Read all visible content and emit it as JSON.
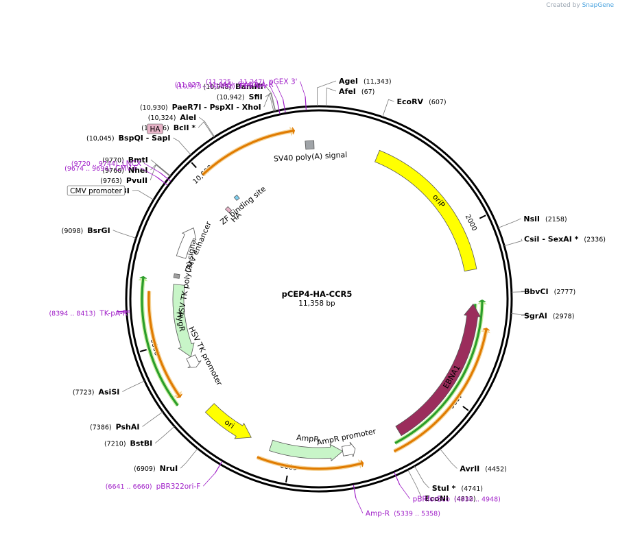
{
  "credit": {
    "prefix": "Created by",
    "brand": "SnapGene"
  },
  "plasmid": {
    "name": "pCEP4-HA-CCR5",
    "size_label": "11,358 bp",
    "length": 11358
  },
  "ticks": [
    {
      "pos": 2000,
      "label": "2000"
    },
    {
      "pos": 4000,
      "label": "4000"
    },
    {
      "pos": 6000,
      "label": "6000"
    },
    {
      "pos": 8000,
      "label": "8000"
    },
    {
      "pos": 10000,
      "label": "10,000"
    }
  ],
  "sites": [
    {
      "name": "AgeI",
      "pos": 11343,
      "pos_label": "(11,343)",
      "side": "right"
    },
    {
      "name": "AfeI",
      "pos": 67,
      "pos_label": "(67)",
      "side": "right"
    },
    {
      "name": "EcoRV",
      "pos": 607,
      "pos_label": "(607)",
      "side": "right"
    },
    {
      "name": "NsiI",
      "pos": 2158,
      "pos_label": "(2158)",
      "side": "right"
    },
    {
      "name": "CsiI  - SexAI *",
      "pos": 2336,
      "pos_label": "(2336)",
      "side": "right"
    },
    {
      "name": "BbvCI",
      "pos": 2777,
      "pos_label": "(2777)",
      "side": "right"
    },
    {
      "name": "SgrAI",
      "pos": 2978,
      "pos_label": "(2978)",
      "side": "right"
    },
    {
      "name": "AvrII",
      "pos": 4452,
      "pos_label": "(4452)",
      "side": "right"
    },
    {
      "name": "StuI *",
      "pos": 4741,
      "pos_label": "(4741)",
      "side": "right"
    },
    {
      "name": "EcoNI",
      "pos": 4812,
      "pos_label": "(4812)",
      "side": "right"
    },
    {
      "name": "NruI",
      "pos": 6909,
      "pos_label": "(6909)",
      "side": "left"
    },
    {
      "name": "BstBI",
      "pos": 7210,
      "pos_label": "(7210)",
      "side": "left"
    },
    {
      "name": "PshAI",
      "pos": 7386,
      "pos_label": "(7386)",
      "side": "left"
    },
    {
      "name": "AsiSI",
      "pos": 7723,
      "pos_label": "(7723)",
      "side": "left"
    },
    {
      "name": "BsrGI",
      "pos": 9098,
      "pos_label": "(9098)",
      "side": "left"
    },
    {
      "name": "SnaBI",
      "pos": 9495,
      "pos_label": "(9495)",
      "side": "left"
    },
    {
      "name": "PvuII",
      "pos": 9763,
      "pos_label": "(9763)",
      "side": "left"
    },
    {
      "name": "NheI",
      "pos": 9766,
      "pos_label": "(9766)",
      "side": "left"
    },
    {
      "name": "BmtI",
      "pos": 9770,
      "pos_label": "(9770)",
      "side": "left"
    },
    {
      "name": "BspQI    - SapI",
      "pos": 10045,
      "pos_label": "(10,045)",
      "side": "left"
    },
    {
      "name": "BclI *",
      "pos": 10316,
      "pos_label": "(10,316)",
      "side": "left"
    },
    {
      "name": "AleI",
      "pos": 10324,
      "pos_label": "(10,324)",
      "side": "left"
    },
    {
      "name": "PaeR7I    - PspXI    - XhoI",
      "pos": 10930,
      "pos_label": "(10,930)",
      "side": "left"
    },
    {
      "name": "SfiI",
      "pos": 10942,
      "pos_label": "(10,942)",
      "side": "left"
    },
    {
      "name": "BamHI",
      "pos": 10948,
      "pos_label": "(10,948)",
      "side": "left"
    }
  ],
  "primers": [
    {
      "name": "pGEX 3'",
      "range": "(11,225 .. 11,247)",
      "pos": 11236,
      "side": "left"
    },
    {
      "name": "SV40pA-R",
      "range": "(11,027 .. 11,046)",
      "pos": 11036,
      "side": "left"
    },
    {
      "name": "EBV-rev",
      "range": "(10,973 .. 10,992)",
      "pos": 10982,
      "side": "left"
    },
    {
      "name": "LNCX",
      "range": "(9720 .. 9744)",
      "pos": 9732,
      "side": "left"
    },
    {
      "name": "CMV-F",
      "range": "(9674 .. 9694)",
      "pos": 9684,
      "side": "left"
    },
    {
      "name": "TK-pA-R",
      "range": "(8394 .. 8413)",
      "pos": 8403,
      "side": "left"
    },
    {
      "name": "pBR322ori-F",
      "range": "(6641 .. 6660)",
      "pos": 6650,
      "side": "left"
    },
    {
      "name": "Amp-R",
      "range": "(5339 .. 5358)",
      "pos": 5348,
      "side": "left"
    },
    {
      "name": "pBRforEco",
      "range": "(4930 .. 4948)",
      "pos": 4939,
      "side": "left"
    }
  ],
  "boxed_labels": [
    {
      "name": "HA",
      "color": "#e8b4c8"
    },
    {
      "name": "CMV promoter",
      "color": "#ffffff"
    }
  ],
  "features": [
    {
      "name": "oriP",
      "start": 700,
      "end": 2500,
      "radius": 225,
      "width": 18,
      "color": "#ffff00",
      "dir": 0,
      "label_inside": true
    },
    {
      "name": "EBNA1",
      "start": 2900,
      "end": 4700,
      "radius": 225,
      "width": 16,
      "color": "#9b2d5c",
      "dir": -1,
      "label_inside": true
    },
    {
      "name": "ori",
      "start": 6500,
      "end": 7100,
      "radius": 225,
      "width": 18,
      "color": "#ffff00",
      "dir": -1,
      "label_inside": true
    },
    {
      "name": "AmpR",
      "start": 5400,
      "end": 6250,
      "radius": 225,
      "width": 16,
      "color": "#c8f5c8",
      "dir": -1,
      "label_inside": false
    },
    {
      "name": "AmpR promoter",
      "start": 5250,
      "end": 5400,
      "radius": 225,
      "width": 14,
      "color": "#ffffff",
      "dir": -1,
      "label_inside": false
    },
    {
      "name": "HygR",
      "start": 7750,
      "end": 8700,
      "radius": 205,
      "width": 16,
      "color": "#c8f5c8",
      "dir": -1,
      "label_inside": true
    },
    {
      "name": "HSV TK promoter",
      "start": 7600,
      "end": 7750,
      "radius": 205,
      "width": 14,
      "color": "#ffffff",
      "dir": -1,
      "label_inside": false
    },
    {
      "name": "HSV TK poly(A) signal",
      "start": 8780,
      "end": 8830,
      "radius": 210,
      "width": 8,
      "color": "#a0a0a0",
      "dir": 0,
      "label_inside": false
    },
    {
      "name": "CMV enhancer",
      "start": 9050,
      "end": 9450,
      "radius": 210,
      "width": 14,
      "color": "#ffffff",
      "dir": 1,
      "label_inside": false
    },
    {
      "name": "HA",
      "start": 9900,
      "end": 9950,
      "radius": 185,
      "width": 8,
      "color": "#e8b4c8",
      "dir": 0,
      "label_inside": false
    },
    {
      "name": "ZF binding site",
      "start": 10100,
      "end": 10150,
      "radius": 190,
      "width": 6,
      "color": "#80d0f0",
      "dir": 0,
      "label_inside": false
    },
    {
      "name": "SV40 poly(A) signal",
      "start": 11200,
      "end": 11300,
      "radius": 225,
      "width": 12,
      "color": "#a0a4a8",
      "dir": 0,
      "label_inside": false
    }
  ],
  "orfs": [
    {
      "start": 10000,
      "end": 11100,
      "radius": 248,
      "color": "#e07b00",
      "dir": 1
    },
    {
      "start": 3150,
      "end": 4850,
      "radius": 248,
      "color": "#e07b00",
      "dir": -1
    },
    {
      "start": 2850,
      "end": 4800,
      "radius": 238,
      "color": "#2a9d2a",
      "dir": -1
    },
    {
      "start": 2900,
      "end": 4600,
      "radius": 228,
      "color": "#2a9d2a",
      "dir": 1
    },
    {
      "start": 5200,
      "end": 6350,
      "radius": 248,
      "color": "#e07b00",
      "dir": -1
    },
    {
      "start": 7400,
      "end": 8600,
      "radius": 248,
      "color": "#e07b00",
      "dir": -1
    },
    {
      "start": 7350,
      "end": 8750,
      "radius": 258,
      "color": "#2a9d2a",
      "dir": 1
    }
  ]
}
